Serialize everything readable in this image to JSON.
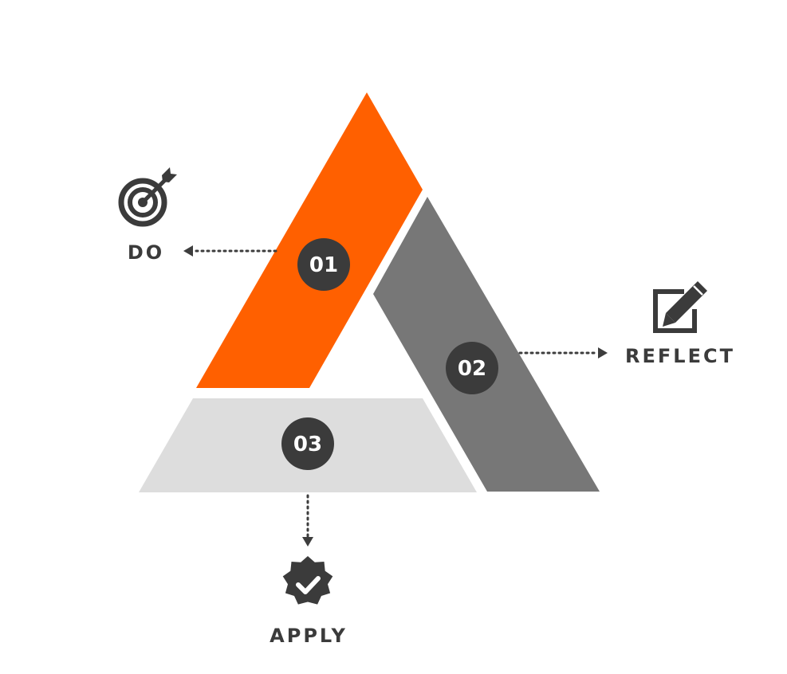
{
  "steps": [
    {
      "number": "01",
      "label": "DO",
      "color": "#ff6000",
      "icon": "target-icon"
    },
    {
      "number": "02",
      "label": "REFLECT",
      "color": "#777777",
      "icon": "edit-note-icon"
    },
    {
      "number": "03",
      "label": "APPLY",
      "color": "#dddddd",
      "icon": "check-badge-icon"
    }
  ],
  "colors": {
    "badge": "#3b3b3b",
    "text": "#3b3b3b",
    "connector": "#3d3d3d"
  }
}
